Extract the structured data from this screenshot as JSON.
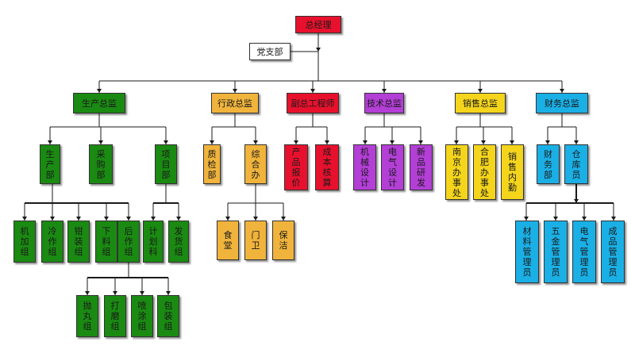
{
  "colors": {
    "red": "#e8112d",
    "green": "#1a8a12",
    "orange": "#f0b43c",
    "purple": "#b33fd6",
    "yellow": "#f4d51c",
    "blue": "#1ab0e6",
    "white": "#ffffff",
    "line": "#1a1a1a"
  },
  "root": "总经理",
  "party": "党支部",
  "departments": {
    "production": "生产总监",
    "admin": "行政总监",
    "chief_engineer": "副总工程师",
    "technical": "技术总监",
    "sales": "销售总监",
    "finance": "财务总监"
  },
  "production": {
    "production_dept": "生产部",
    "procurement_dept": "采购部",
    "project_dept": "项目部",
    "groups": [
      "机加组",
      "冷作组",
      "钳装组",
      "下料组",
      "后作组"
    ],
    "project_children": [
      "计划科",
      "发货组"
    ],
    "post_groups": [
      "抛丸组",
      "打磨组",
      "喷涂组",
      "包装组"
    ]
  },
  "admin": {
    "qc": "质检部",
    "general_office": "综合办",
    "office_children": [
      "食堂",
      "门卫",
      "保洁"
    ]
  },
  "chief_engineer": {
    "children": [
      "产品报价",
      "成本核算"
    ]
  },
  "technical": {
    "children": [
      "机械设计",
      "电气设计",
      "新品研发"
    ]
  },
  "sales": {
    "children": [
      "南京办事处",
      "合肥办事处",
      "销售内勤"
    ]
  },
  "finance": {
    "finance_dept": "财务部",
    "warehouse_keeper": "仓库员",
    "warehouse_children": [
      "材料管理员",
      "五金管理员",
      "电气管理员",
      "成品管理员"
    ]
  }
}
